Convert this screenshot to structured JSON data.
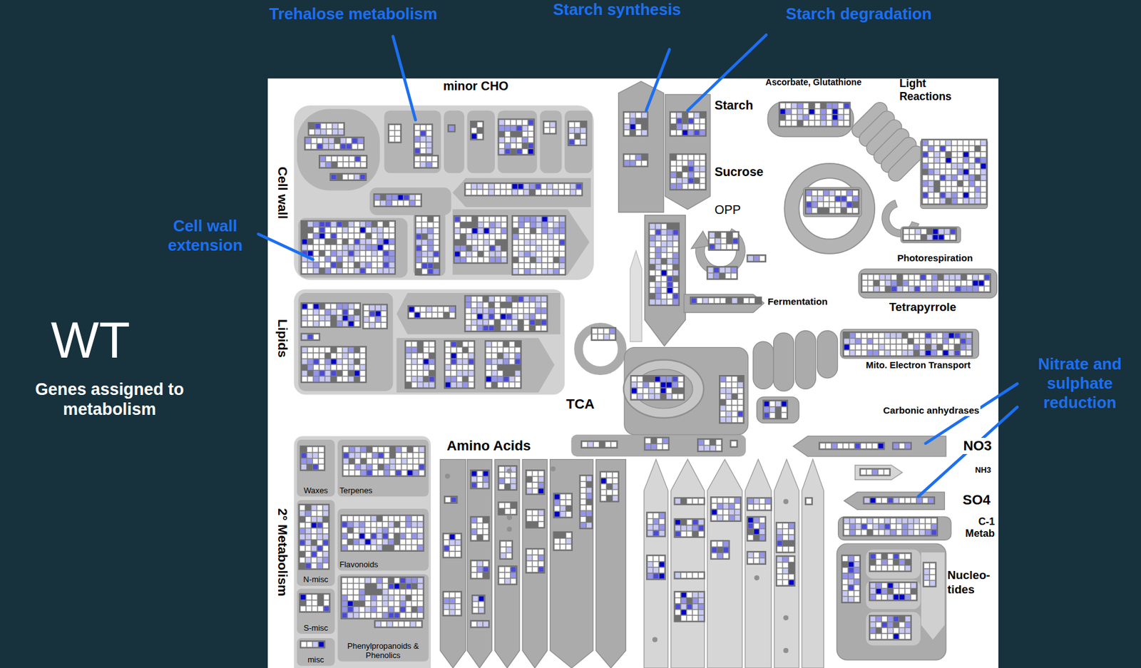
{
  "diagram": {
    "nodes": [
      {
        "text": [
          "Cell wall"
        ]
      },
      {
        "text": [
          "Lipids"
        ]
      },
      {
        "text": [
          "2° Metabolism"
        ]
      },
      {
        "text": [
          "Waxes"
        ],
        "in": 2
      },
      {
        "text": [
          "Terpenes"
        ],
        "in": 2
      },
      {
        "text": [
          "N-misc"
        ],
        "in": 2
      },
      {
        "text": [
          "Flavonoids"
        ],
        "in": 2
      },
      {
        "text": [
          "S-misc"
        ],
        "in": 2
      },
      {
        "text": [
          "Phenylpropanoids & Phenolics"
        ],
        "in": 2
      },
      {
        "text": [
          "misc"
        ],
        "in": 2
      }
    ],
    "labels": [
      "WT",
      "Genes assigned to metabolism",
      "Trehalose metabolism",
      "Starch synthesis",
      "Starch degradation",
      "Cell wall extension",
      "Nitrate and sulphate reduction",
      "minor CHO",
      "Ascorbate, Glutathione",
      "Light Reactions",
      "Starch",
      "Sucrose",
      "OPP",
      "Photorespiration",
      "Fermentation",
      "Tetrapyrrole",
      "TCA",
      "Mito. Electron Transport",
      "Carbonic anhydrases",
      "Amino Acids",
      "NO3",
      "NH3",
      "SO4",
      "C-1 Metab",
      "Nucleo- tides"
    ]
  }
}
